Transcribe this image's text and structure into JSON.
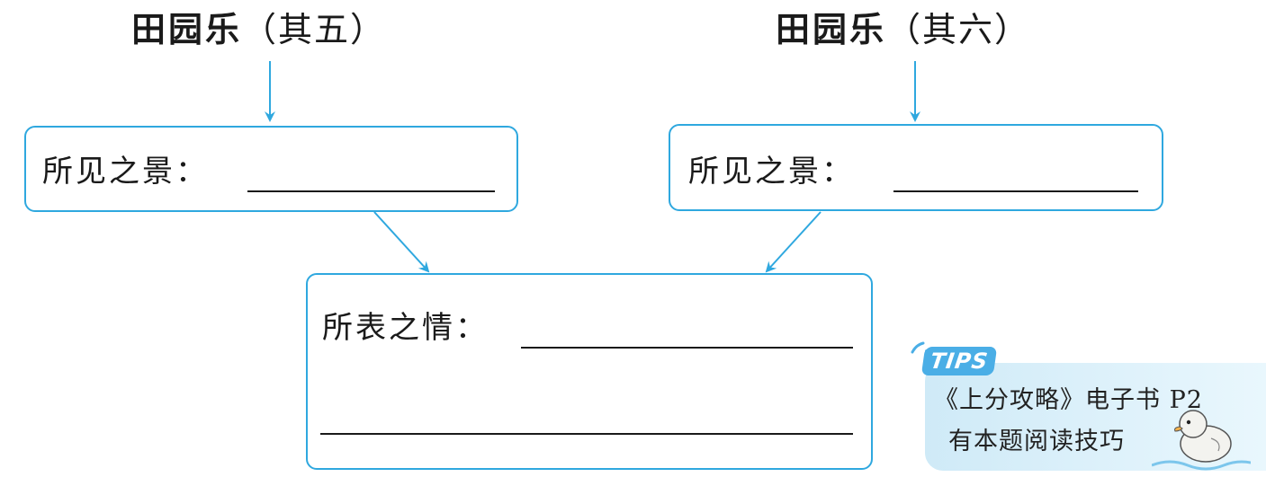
{
  "left_poem": {
    "title": "田园乐",
    "sub_open": "（",
    "sub": "其五",
    "sub_close": "）",
    "scene_label": "所见之景："
  },
  "right_poem": {
    "title": "田园乐",
    "sub_open": "（",
    "sub": "其六",
    "sub_close": "）",
    "scene_label": "所见之景："
  },
  "emotion": {
    "label": "所表之情："
  },
  "tips": {
    "badge": "TIPS",
    "line1": "《上分攻略》电子书 P2",
    "line2": "有本题阅读技巧"
  },
  "colors": {
    "accent": "#2fa8df",
    "tips_bg": "#d6eef9",
    "tips_badge": "#4aaee6",
    "text": "#1a1a1a"
  },
  "icons": [
    "duck-icon",
    "arrow-down-icon",
    "arrow-diagonal-icon"
  ]
}
